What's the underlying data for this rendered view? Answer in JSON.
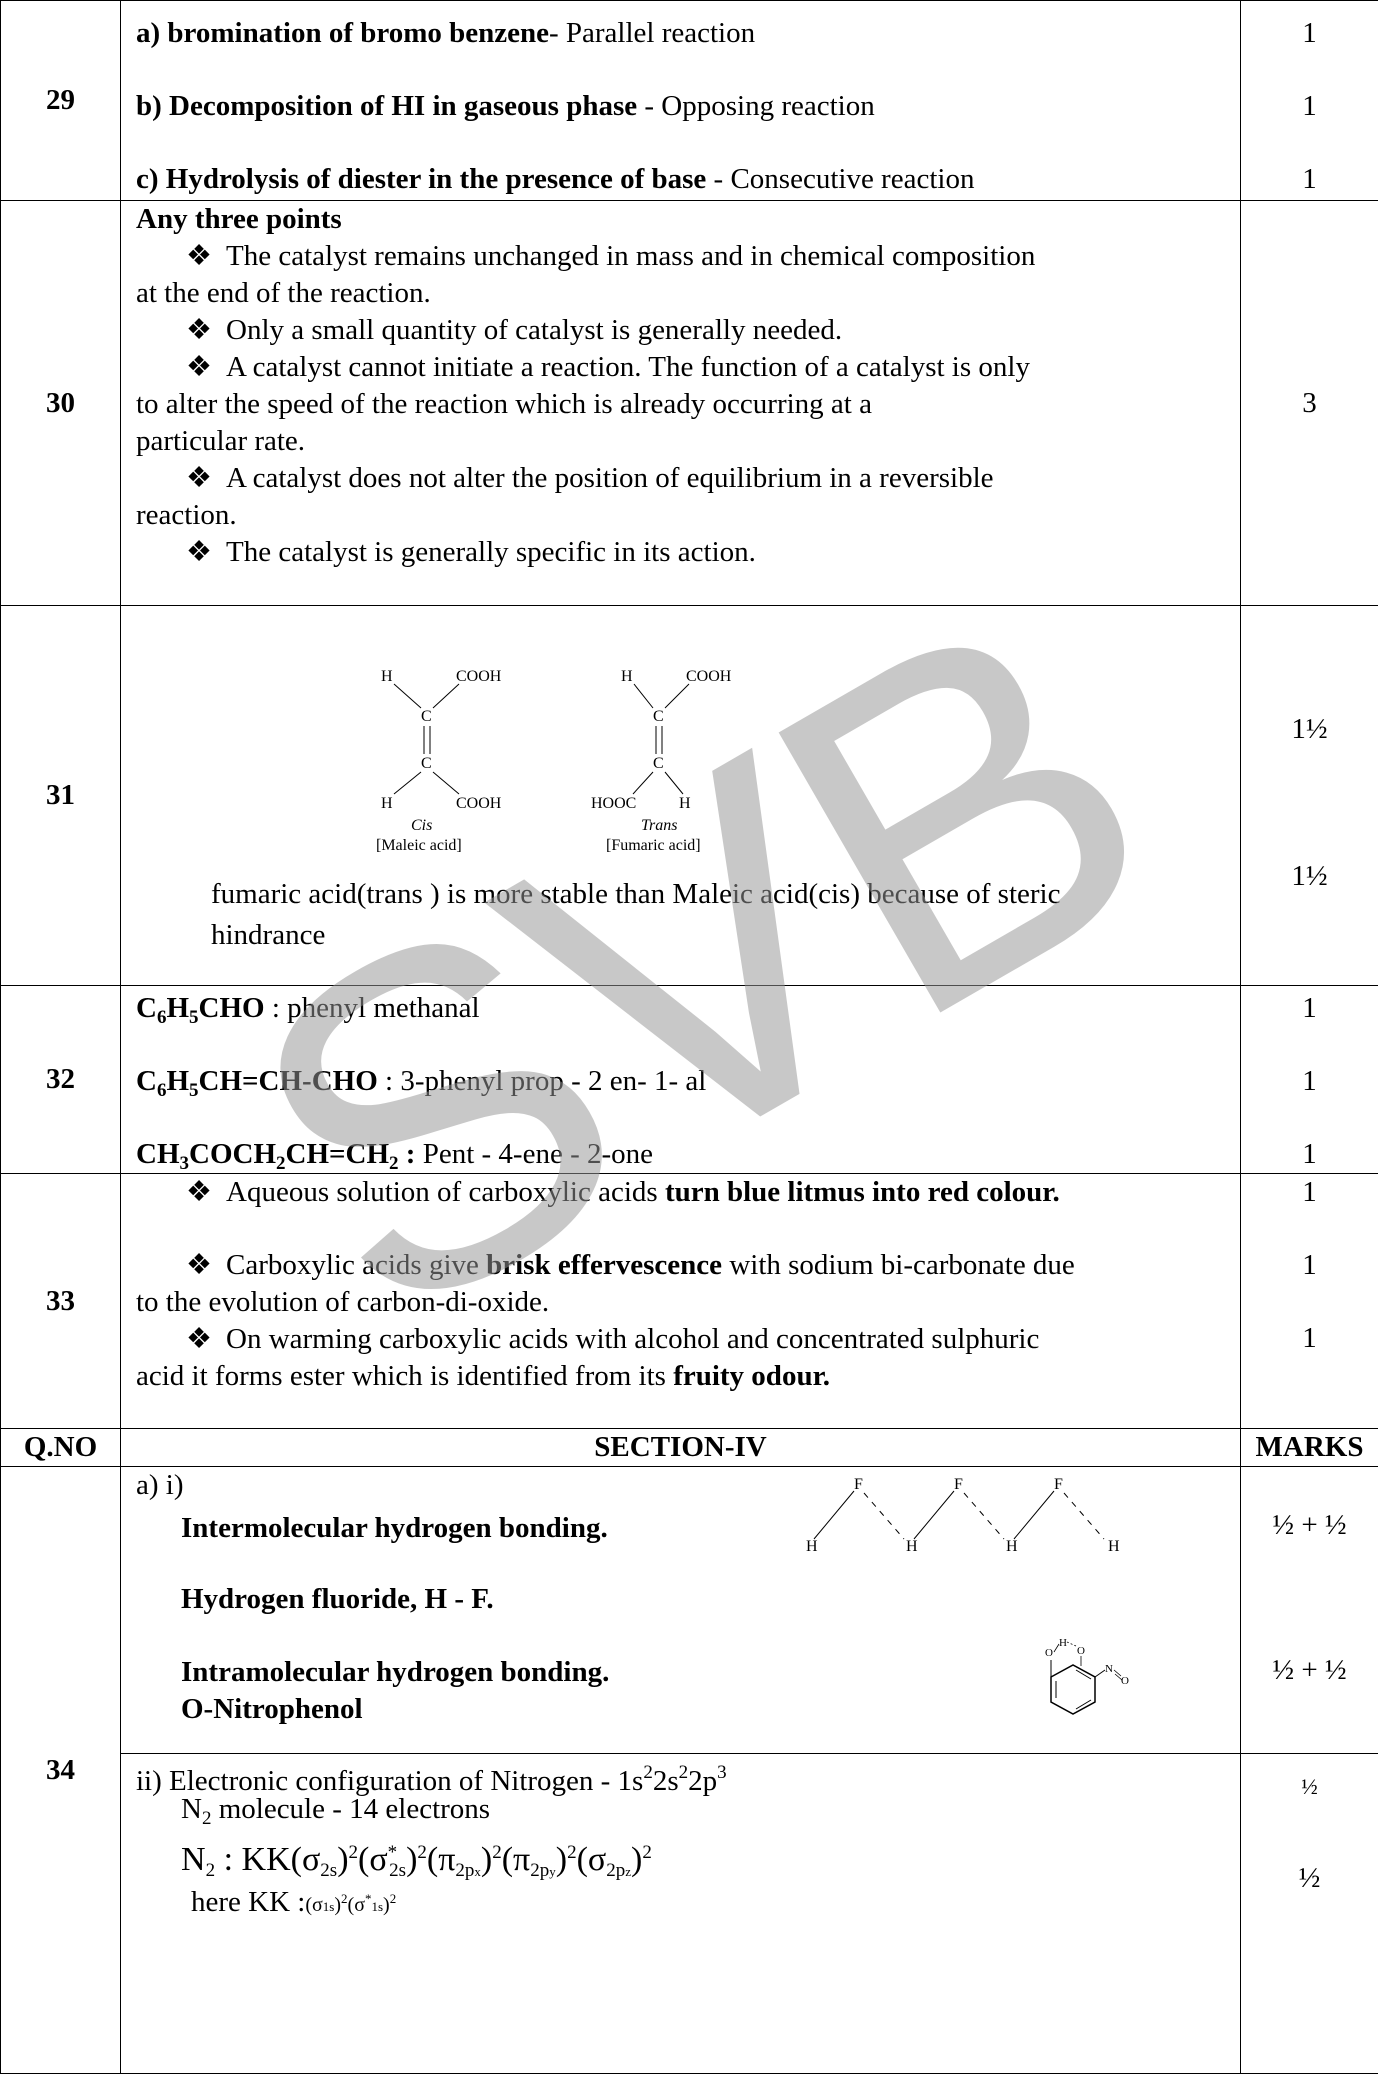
{
  "q29": {
    "num": "29",
    "a_label": "a) bromination of bromo benzene",
    "a_text": "- Parallel reaction",
    "b_label": "b) Decomposition of HI in gaseous phase",
    "b_text": " - Opposing reaction",
    "c_label": "c) Hydrolysis of diester in the presence of base",
    "c_text": " - Consecutive reaction",
    "marks": [
      "1",
      "1",
      "1"
    ]
  },
  "q30": {
    "num": "30",
    "heading": "Any three points",
    "p1a": "The catalyst remains unchanged in mass and in chemical composition",
    "p1b": "at the end of the reaction.",
    "p2": "Only a small quantity of catalyst is generally needed.",
    "p3a": "A catalyst cannot initiate a reaction. The function of a catalyst is only",
    "p3b": "to alter the speed of the reaction which is already occurring at a",
    "p3c": "particular rate.",
    "p4a": "A catalyst does not alter the position of equilibrium in a reversible",
    "p4b": "reaction.",
    "p5": "The catalyst is generally specific in its action.",
    "marks": "3"
  },
  "q31": {
    "num": "31",
    "cis_name": "Cis",
    "cis_acid": "[Maleic acid]",
    "trans_name": "Trans",
    "trans_acid": "[Fumaric acid]",
    "h": "H",
    "c": "C",
    "cooh": "COOH",
    "hooc": "HOOC",
    "text1": "fumaric acid(trans ) is more stable than Maleic acid(cis) because of  steric",
    "text2": "hindrance",
    "marks": [
      "1½",
      "1½"
    ]
  },
  "q32": {
    "num": "32",
    "l1_name": ": phenyl methanal",
    "l2_name": " : 3-phenyl prop - 2 en- 1- al",
    "l3_name": " Pent - 4-ene - 2-one",
    "marks": [
      "1",
      "1",
      "1"
    ]
  },
  "q33": {
    "num": "33",
    "p1a": "Aqueous solution of carboxylic acids ",
    "p1b": "turn blue litmus into red colour.",
    "p2a": "Carboxylic acids give ",
    "p2b": "brisk effervescence",
    "p2c": " with sodium bi-carbonate due",
    "p2d": "to the evolution of carbon-di-oxide.",
    "p3a": "On warming carboxylic acids with alcohol and concentrated sulphuric",
    "p3b": "acid it forms ester which is identified from its ",
    "p3c": "fruity odour.",
    "marks": [
      "1",
      "1",
      "1"
    ]
  },
  "section4": {
    "qno": "Q.NO",
    "title": "SECTION-IV",
    "marks": "MARKS"
  },
  "q34": {
    "num": "34",
    "ai": "a) i)",
    "inter": "Intermolecular hydrogen bonding.",
    "hf": "Hydrogen fluoride, H - F.",
    "intra": "Intramolecular hydrogen bonding.",
    "onp": "O-Nitrophenol",
    "f": "F",
    "h": "H",
    "o": "O",
    "n": "N",
    "marks_a1": "½ + ½",
    "marks_a2": "½ + ½",
    "ii_text": "ii)  Electronic configuration of Nitrogen - 1s",
    "n2": "molecule - 14 electrons",
    "kk_prefix": "here KK :",
    "marks_b1": "½",
    "marks_b2": "½"
  },
  "watermark": "SVB"
}
